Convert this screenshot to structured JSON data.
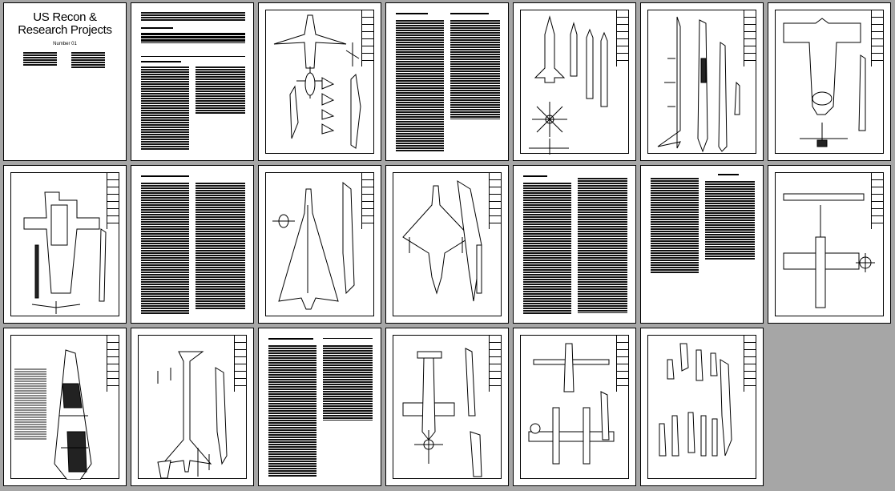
{
  "document": {
    "cover": {
      "title_line1": "US Recon &",
      "title_line2": "Research Projects",
      "subtitle": "Number 01"
    },
    "pages": [
      {
        "id": 1,
        "type": "cover"
      },
      {
        "id": 2,
        "type": "text"
      },
      {
        "id": 3,
        "type": "drawing",
        "subject": "swept-wing aircraft views"
      },
      {
        "id": 4,
        "type": "text"
      },
      {
        "id": 5,
        "type": "drawing",
        "subject": "missile / rocket views"
      },
      {
        "id": 6,
        "type": "drawing",
        "subject": "carrier aircraft with parasite"
      },
      {
        "id": 7,
        "type": "drawing",
        "subject": "blended-wing aircraft"
      },
      {
        "id": 8,
        "type": "drawing",
        "subject": "aircraft top view"
      },
      {
        "id": 9,
        "type": "text"
      },
      {
        "id": 10,
        "type": "drawing",
        "subject": "delta wing aircraft"
      },
      {
        "id": 11,
        "type": "drawing",
        "subject": "delta jet fighter"
      },
      {
        "id": 12,
        "type": "text"
      },
      {
        "id": 13,
        "type": "text"
      },
      {
        "id": 14,
        "type": "drawing",
        "subject": "high-wing aircraft"
      },
      {
        "id": 15,
        "type": "drawing",
        "subject": "cutaway"
      },
      {
        "id": 16,
        "type": "drawing",
        "subject": "swept jet"
      },
      {
        "id": 17,
        "type": "text"
      },
      {
        "id": 18,
        "type": "drawing",
        "subject": "straight-wing aircraft"
      },
      {
        "id": 19,
        "type": "drawing",
        "subject": "twin-boom aircraft"
      },
      {
        "id": 20,
        "type": "drawing",
        "subject": "pods and fuselages"
      }
    ]
  }
}
